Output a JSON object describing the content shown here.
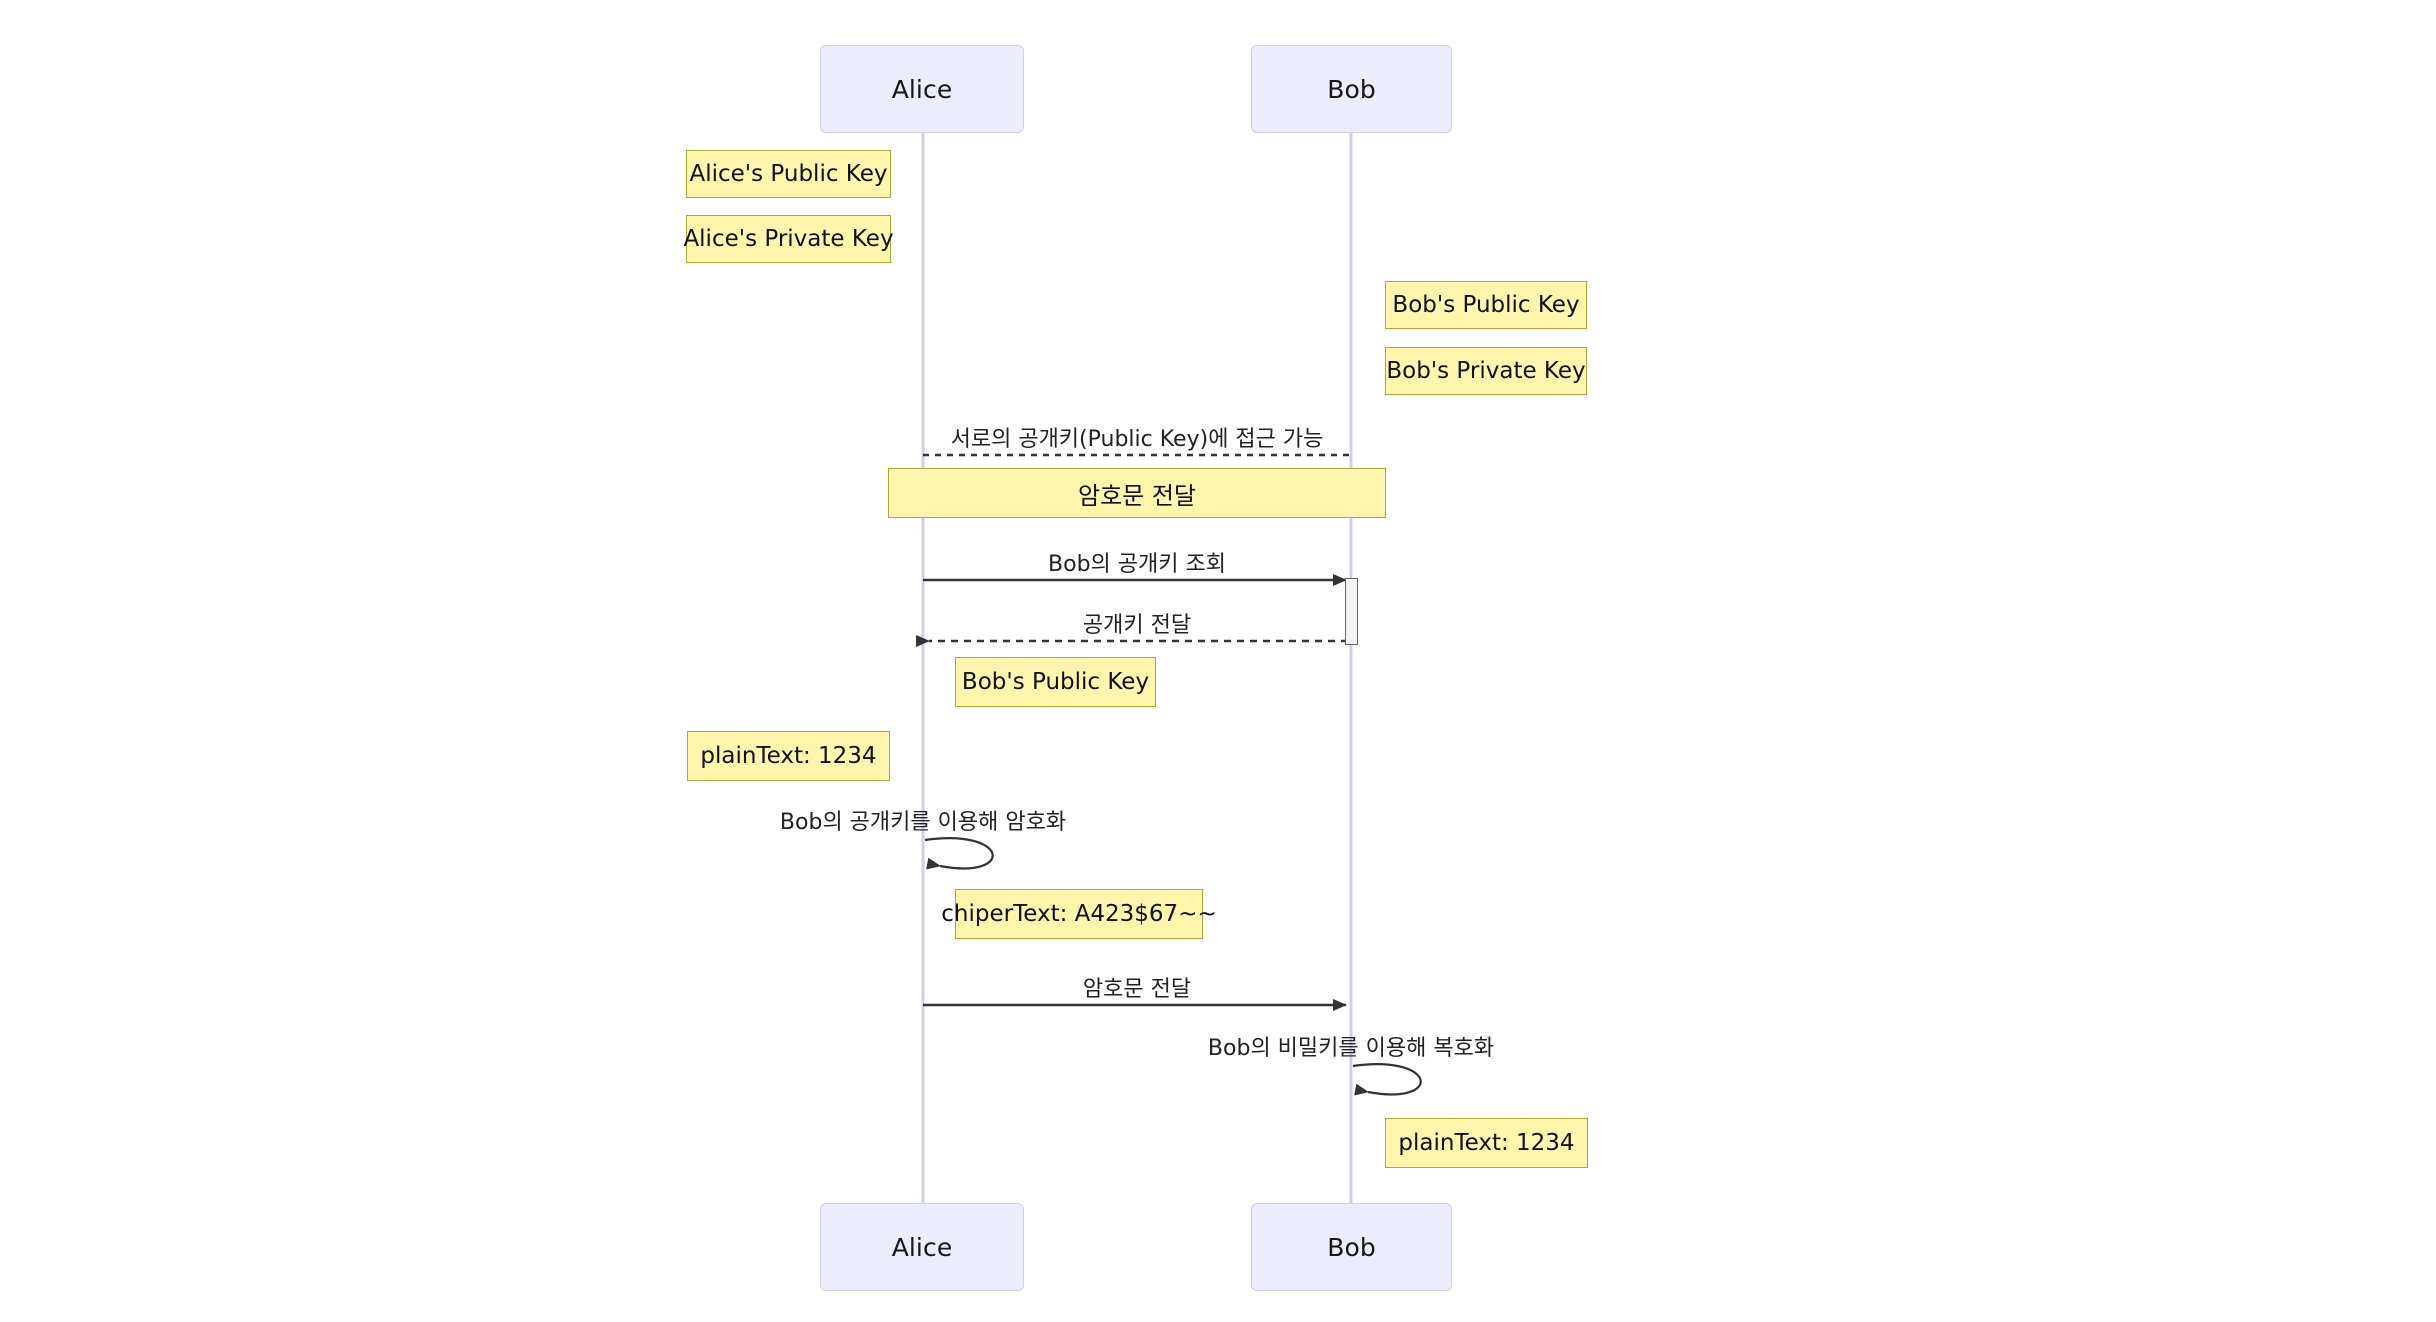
{
  "diagram": {
    "type": "sequence-diagram",
    "title": "",
    "colors": {
      "actor_fill": "#ECECFF",
      "actor_border": "#CFCFF0",
      "note_fill": "#FFF5AD",
      "note_border": "#AAAA33",
      "lifeline": "#D3CCEB",
      "message_line": "#333333",
      "activation_fill": "#F4F4F4",
      "activation_border": "#666666",
      "background": "#FFFFFF"
    }
  },
  "actors": [
    {
      "id": "alice",
      "label": "Alice"
    },
    {
      "id": "bob",
      "label": "Bob"
    }
  ],
  "actors_bottom": [
    {
      "id": "alice-bottom",
      "label": "Alice"
    },
    {
      "id": "bob-bottom",
      "label": "Bob"
    }
  ],
  "notes": [
    {
      "id": "alice-public-key",
      "label": "Alice's Public Key"
    },
    {
      "id": "alice-private-key",
      "label": "Alice's Private Key"
    },
    {
      "id": "bob-public-key",
      "label": "Bob's Public Key"
    },
    {
      "id": "bob-private-key",
      "label": "Bob's Private Key"
    },
    {
      "id": "cipher-transfer-banner",
      "label": "암호문 전달"
    },
    {
      "id": "bob-public-key-received",
      "label": "Bob's Public Key"
    },
    {
      "id": "plaintext-alice",
      "label": "plainText: 1234"
    },
    {
      "id": "ciphertext-alice",
      "label": "chiperText: A423$67~~"
    },
    {
      "id": "plaintext-bob",
      "label": "plainText: 1234"
    }
  ],
  "messages": [
    {
      "id": "public-key-access",
      "label": "서로의 공개키(Public Key)에 접근 가능",
      "style": "dotted",
      "direction": "none"
    },
    {
      "id": "lookup-bob-public-key",
      "label": "Bob의 공개키 조회",
      "style": "solid",
      "direction": "alice-to-bob"
    },
    {
      "id": "deliver-public-key",
      "label": "공개키 전달",
      "style": "dashed",
      "direction": "bob-to-alice"
    },
    {
      "id": "encrypt-with-bob-public-key",
      "label": "Bob의 공개키를 이용해 암호화",
      "style": "self-loop",
      "direction": "alice-self"
    },
    {
      "id": "send-ciphertext",
      "label": "암호문 전달",
      "style": "solid",
      "direction": "alice-to-bob"
    },
    {
      "id": "decrypt-with-bob-private-key",
      "label": "Bob의 비밀키를 이용해 복호화",
      "style": "self-loop",
      "direction": "bob-self"
    }
  ]
}
